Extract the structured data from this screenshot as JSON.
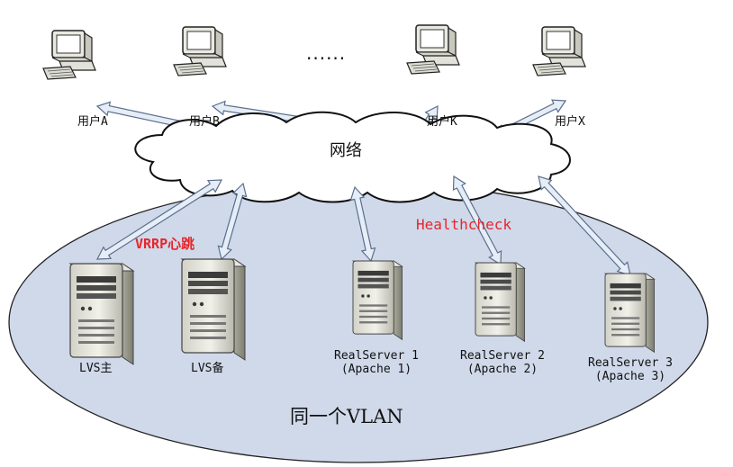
{
  "users": [
    {
      "label": "用户A"
    },
    {
      "label": "用户B"
    },
    {
      "label": "用户K"
    },
    {
      "label": "用户X"
    }
  ],
  "ellipsis": "......",
  "network": {
    "label": "网络"
  },
  "protocols": {
    "vrrp": "VRRP心跳",
    "health": "Healthcheck"
  },
  "servers": {
    "lvs_master": "LVS主",
    "lvs_backup": "LVS备",
    "rs1": {
      "name": "RealServer 1",
      "sub": "(Apache 1)"
    },
    "rs2": {
      "name": "RealServer 2",
      "sub": "(Apache 2)"
    },
    "rs3": {
      "name": "RealServer 3",
      "sub": "(Apache 3)"
    }
  },
  "vlan": {
    "label": "同一个VLAN"
  },
  "colors": {
    "arrow_fill": "#e6edf6",
    "arrow_stroke": "#5a6f8e",
    "vlan_fill": "#cfd9ea",
    "label_red": "#e8262b"
  }
}
